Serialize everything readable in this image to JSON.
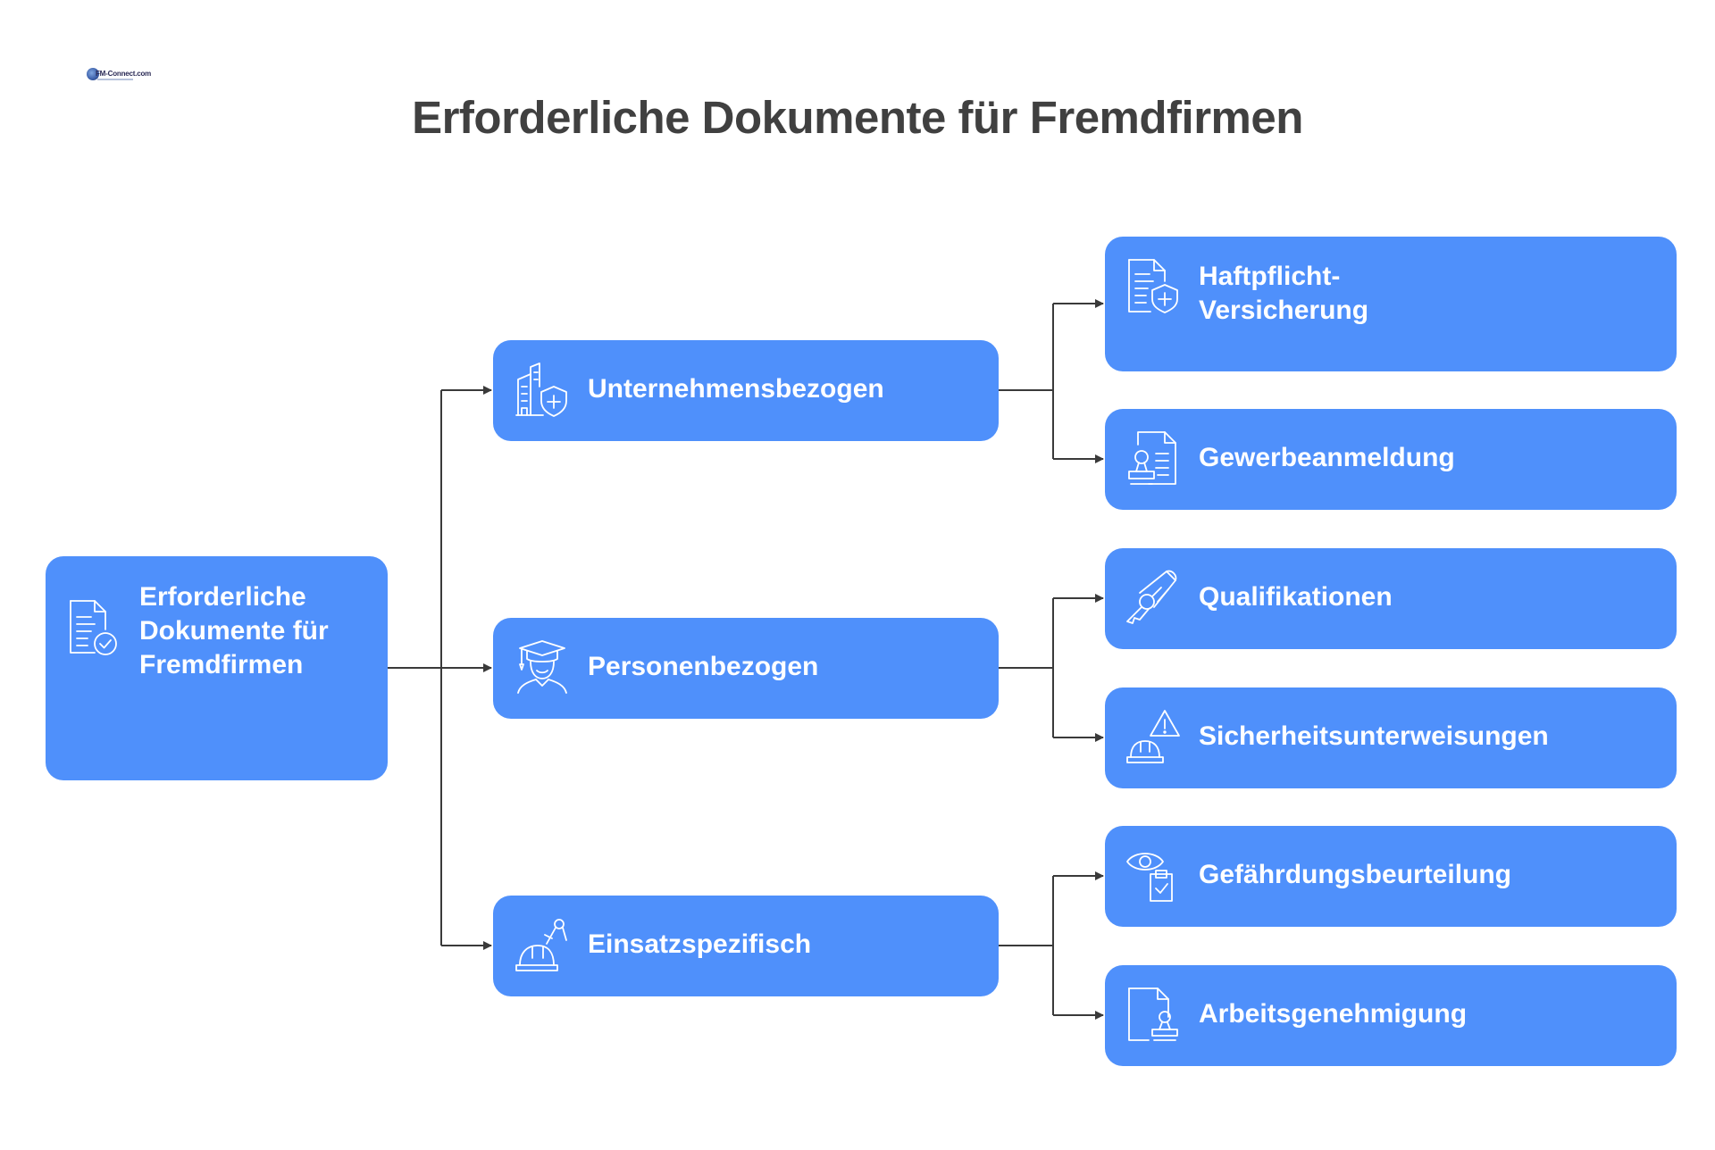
{
  "title": "Erforderliche Dokumente für Fremdfirmen",
  "logo": {
    "text": "FM-Connect.com",
    "icon": "logo-mark"
  },
  "colors": {
    "node_fill": "#4f90fb",
    "node_text": "#ffffff",
    "connector": "#3a3a3a",
    "title_text": "#404040"
  },
  "root": {
    "label": "Erforderliche Dokumente für Fremdfirmen",
    "icon": "document-check-icon"
  },
  "categories": [
    {
      "label": "Unternehmensbezogen",
      "icon": "building-shield-icon",
      "children": [
        {
          "label": "Haftpflicht-Versicherung",
          "icon": "document-shield-icon"
        },
        {
          "label": "Gewerbeanmeldung",
          "icon": "registration-stamp-icon"
        }
      ]
    },
    {
      "label": "Personenbezogen",
      "icon": "graduate-person-icon",
      "children": [
        {
          "label": "Qualifikationen",
          "icon": "diploma-icon"
        },
        {
          "label": "Sicherheitsunterweisungen",
          "icon": "hardhat-warning-icon"
        }
      ]
    },
    {
      "label": "Einsatzspezifisch",
      "icon": "hardhat-tools-icon",
      "children": [
        {
          "label": "Gefährdungsbeurteilung",
          "icon": "eye-clipboard-icon"
        },
        {
          "label": "Arbeitsgenehmigung",
          "icon": "document-stamp-icon"
        }
      ]
    }
  ]
}
